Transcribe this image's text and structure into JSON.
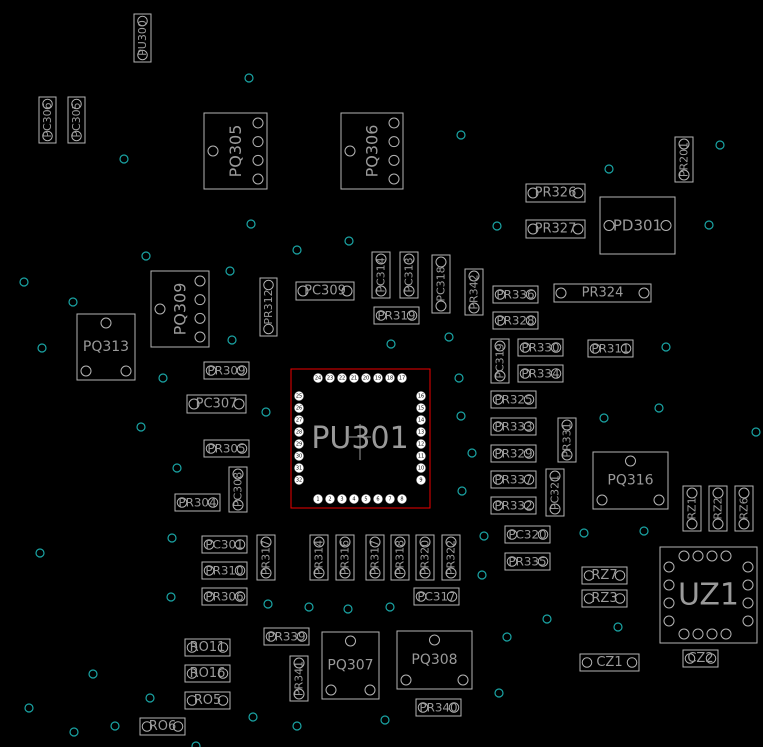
{
  "components": [
    {
      "ref": "PU300",
      "shape": "part2v"
    },
    {
      "ref": "PC306",
      "shape": "part2v"
    },
    {
      "ref": "PC305",
      "shape": "part2v"
    },
    {
      "ref": "PQ305",
      "shape": "fet"
    },
    {
      "ref": "PQ306",
      "shape": "fet"
    },
    {
      "ref": "PR201",
      "shape": "part2v"
    },
    {
      "ref": "PR326",
      "shape": "part2h"
    },
    {
      "ref": "PR327",
      "shape": "part2h"
    },
    {
      "ref": "PD301",
      "shape": "diode"
    },
    {
      "ref": "PC314",
      "shape": "part2v"
    },
    {
      "ref": "PC313",
      "shape": "part2v"
    },
    {
      "ref": "PC318",
      "shape": "part2v"
    },
    {
      "ref": "PR342",
      "shape": "part2v"
    },
    {
      "ref": "PR336",
      "shape": "part2h"
    },
    {
      "ref": "PR324",
      "shape": "part2h"
    },
    {
      "ref": "PR312",
      "shape": "part2v"
    },
    {
      "ref": "PC309",
      "shape": "part2h"
    },
    {
      "ref": "PR319",
      "shape": "part2h"
    },
    {
      "ref": "PR328",
      "shape": "part2h"
    },
    {
      "ref": "PQ309",
      "shape": "fet"
    },
    {
      "ref": "PQ313",
      "shape": "sot"
    },
    {
      "ref": "PC319",
      "shape": "part2v"
    },
    {
      "ref": "PR330",
      "shape": "part2h"
    },
    {
      "ref": "PR311",
      "shape": "part2h"
    },
    {
      "ref": "PR334",
      "shape": "part2h"
    },
    {
      "ref": "PR309",
      "shape": "part2h"
    },
    {
      "ref": "PC307",
      "shape": "part2h"
    },
    {
      "ref": "PR325",
      "shape": "part2h"
    },
    {
      "ref": "PR333",
      "shape": "part2h"
    },
    {
      "ref": "PR331",
      "shape": "part2v"
    },
    {
      "ref": "PR305",
      "shape": "part2h"
    },
    {
      "ref": "PR329",
      "shape": "part2h"
    },
    {
      "ref": "PQ316",
      "shape": "sot"
    },
    {
      "ref": "PC308",
      "shape": "part2v"
    },
    {
      "ref": "PR337",
      "shape": "part2h"
    },
    {
      "ref": "PC321",
      "shape": "part2v"
    },
    {
      "ref": "PR304",
      "shape": "part2h"
    },
    {
      "ref": "PR332",
      "shape": "part2h"
    },
    {
      "ref": "RZ1",
      "shape": "part2v"
    },
    {
      "ref": "RZ2",
      "shape": "part2v"
    },
    {
      "ref": "RZ6",
      "shape": "part2v"
    },
    {
      "ref": "PC320",
      "shape": "part2h"
    },
    {
      "ref": "PC301",
      "shape": "part2h"
    },
    {
      "ref": "PR317",
      "shape": "part2v"
    },
    {
      "ref": "PR314",
      "shape": "part2v"
    },
    {
      "ref": "PR316",
      "shape": "part2v"
    },
    {
      "ref": "PR317",
      "shape": "part2v"
    },
    {
      "ref": "PR318",
      "shape": "part2v"
    },
    {
      "ref": "PR320",
      "shape": "part2v"
    },
    {
      "ref": "PR322",
      "shape": "part2v"
    },
    {
      "ref": "PR335",
      "shape": "part2h"
    },
    {
      "ref": "PR310",
      "shape": "part2h"
    },
    {
      "ref": "RZ7",
      "shape": "part2h"
    },
    {
      "ref": "UZ1",
      "shape": "ic"
    },
    {
      "ref": "PR306",
      "shape": "part2h"
    },
    {
      "ref": "PC317",
      "shape": "part2h"
    },
    {
      "ref": "RZ3",
      "shape": "part2h"
    },
    {
      "ref": "PR339",
      "shape": "part2h"
    },
    {
      "ref": "RO11",
      "shape": "part2h"
    },
    {
      "ref": "PQ307",
      "shape": "sot"
    },
    {
      "ref": "PQ308",
      "shape": "sot"
    },
    {
      "ref": "CZ1",
      "shape": "part2h"
    },
    {
      "ref": "CZ2",
      "shape": "part2h"
    },
    {
      "ref": "RO16",
      "shape": "part2h"
    },
    {
      "ref": "PR341",
      "shape": "part2v"
    },
    {
      "ref": "RO5",
      "shape": "part2h"
    },
    {
      "ref": "PR340",
      "shape": "part2h"
    },
    {
      "ref": "RO6",
      "shape": "part2h"
    }
  ],
  "pu301": {
    "ref": "PU301",
    "top_pins": [
      "24",
      "23",
      "22",
      "21",
      "20",
      "19",
      "18",
      "17"
    ],
    "left_pins": [
      "25",
      "26",
      "27",
      "28",
      "29",
      "30",
      "31",
      "32"
    ],
    "right_pins": [
      "16",
      "15",
      "14",
      "13",
      "12",
      "11",
      "10",
      "9"
    ],
    "bottom_pins": [
      "1",
      "2",
      "3",
      "4",
      "5",
      "6",
      "7",
      "8"
    ]
  },
  "colors": {
    "background": "#000000",
    "outline": "#b4b4b4",
    "label": "#9a9a9a",
    "via": "#1aa5a5",
    "selection": "#e00000"
  }
}
